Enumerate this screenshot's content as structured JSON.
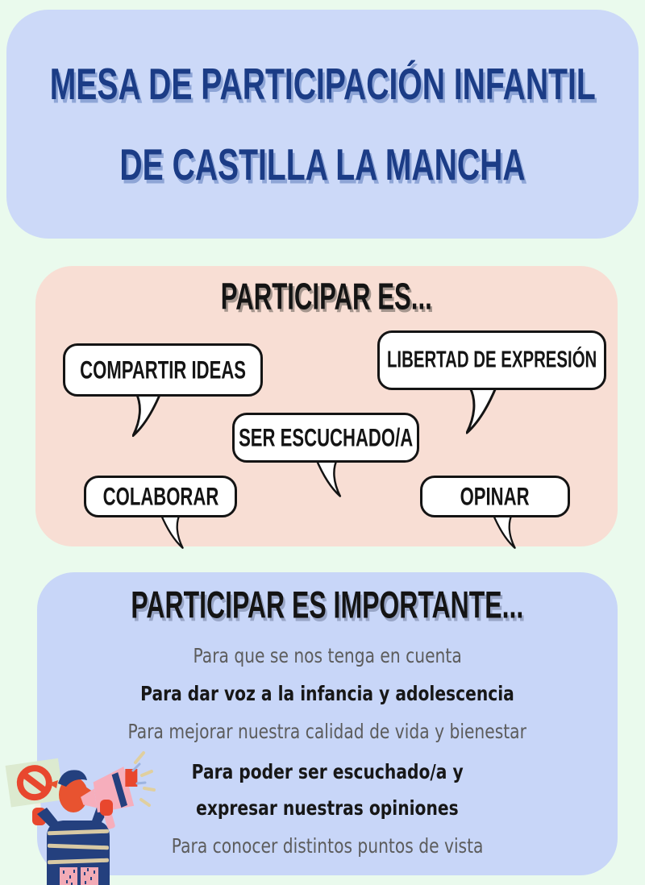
{
  "poster": {
    "background_color": "#eafaed",
    "header": {
      "background_color": "#ccd9f8",
      "title_line1": "MESA DE PARTICIPACIÓN INFANTIL",
      "title_line2": "DE CASTILLA LA MANCHA",
      "title_color": "#1b3c86"
    },
    "participation_section": {
      "background_color": "#f8ded4",
      "heading": "PARTICIPAR ES...",
      "bubbles": [
        {
          "label": "COMPARTIR IDEAS"
        },
        {
          "label": "LIBERTAD DE EXPRESIÓN"
        },
        {
          "label": "SER ESCUCHADO/A"
        },
        {
          "label": "COLABORAR"
        },
        {
          "label": "OPINAR"
        }
      ],
      "bubble_style": {
        "background": "#ffffff",
        "border": "#141414"
      }
    },
    "importance_section": {
      "background_color": "#c8d6f8",
      "heading": "PARTICIPAR ES IMPORTANTE...",
      "reasons": [
        {
          "text": "Para que se nos tenga en cuenta",
          "tone": "gray"
        },
        {
          "text": "Para dar voz a la infancia y adolescencia",
          "tone": "black"
        },
        {
          "text": "Para mejorar nuestra calidad de vida y bienestar",
          "tone": "gray"
        },
        {
          "text": "Para poder ser escuchado/a y",
          "tone": "black"
        },
        {
          "text": "expresar nuestras opiniones",
          "tone": "black"
        },
        {
          "text": "Para conocer distintos puntos de vista",
          "tone": "gray"
        }
      ],
      "text_colors": {
        "gray": "#5c5c5c",
        "black": "#171717"
      }
    },
    "illustration": {
      "name": "person-with-megaphone-and-protest-sign",
      "colors": {
        "sign": "#dcead0",
        "prohibition_symbol": "#e8472e",
        "skin_and_hair": "#e85330",
        "sweater": "#24407e",
        "sweater_stripes": "#d8c9a4",
        "megaphone": "#f6aebc",
        "pants": "#f2abb6",
        "sound_dashes": "#e0cf9f"
      }
    }
  }
}
